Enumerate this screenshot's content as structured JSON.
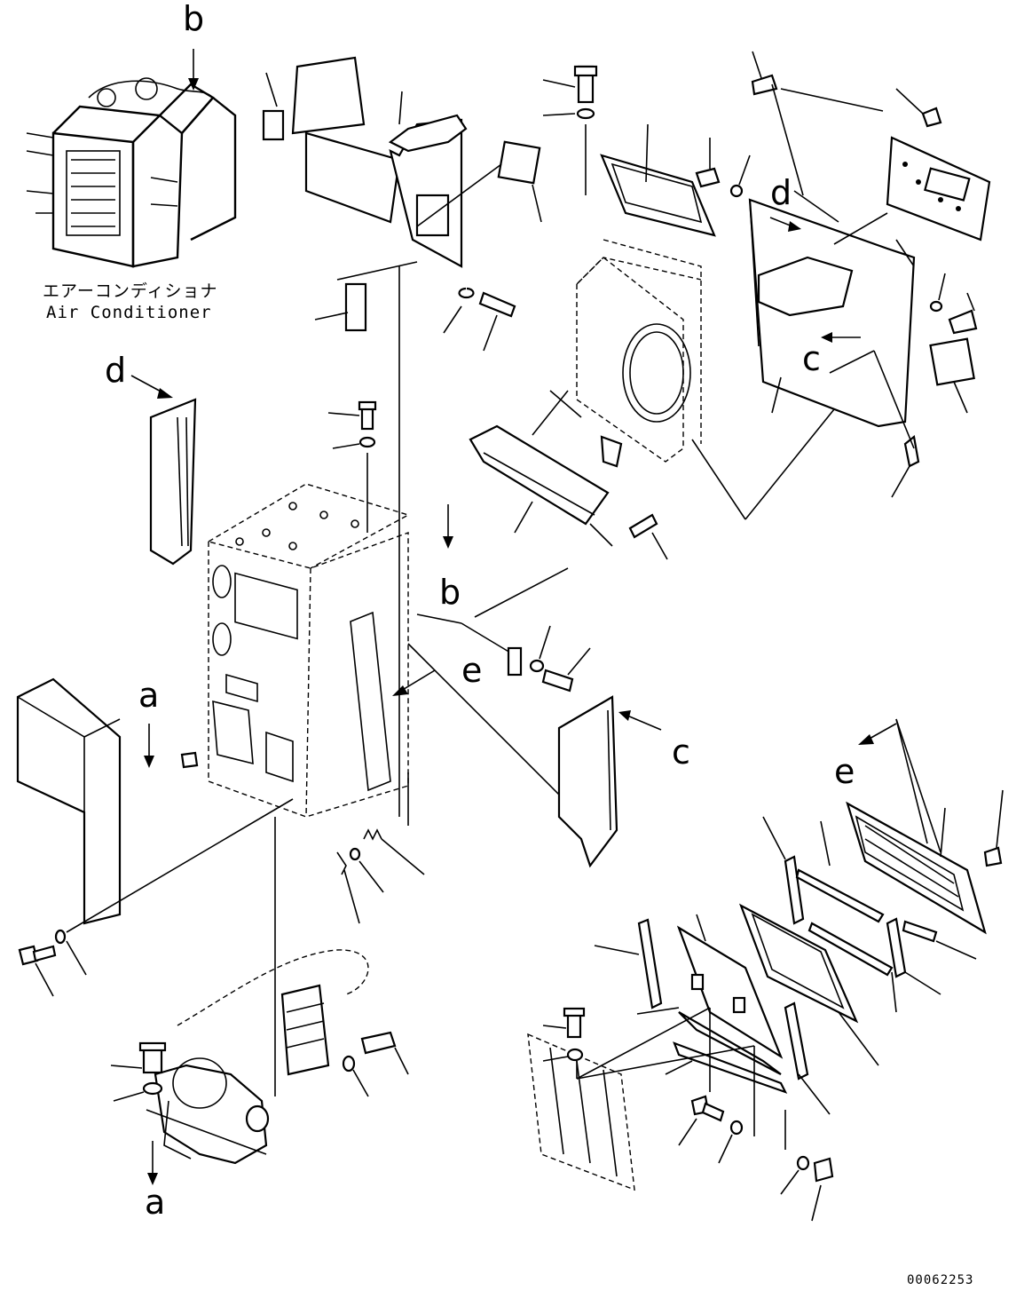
{
  "caption": {
    "japanese": "エアーコンディショナ",
    "english": "Air Conditioner"
  },
  "document_number": "00062253",
  "labels": {
    "b_top": "b",
    "b_mid": "b",
    "d_left": "d",
    "d_right": "d",
    "c_right": "c",
    "c_mid": "c",
    "e_mid": "e",
    "e_right": "e",
    "a_mid": "a",
    "a_bottom": "a"
  }
}
